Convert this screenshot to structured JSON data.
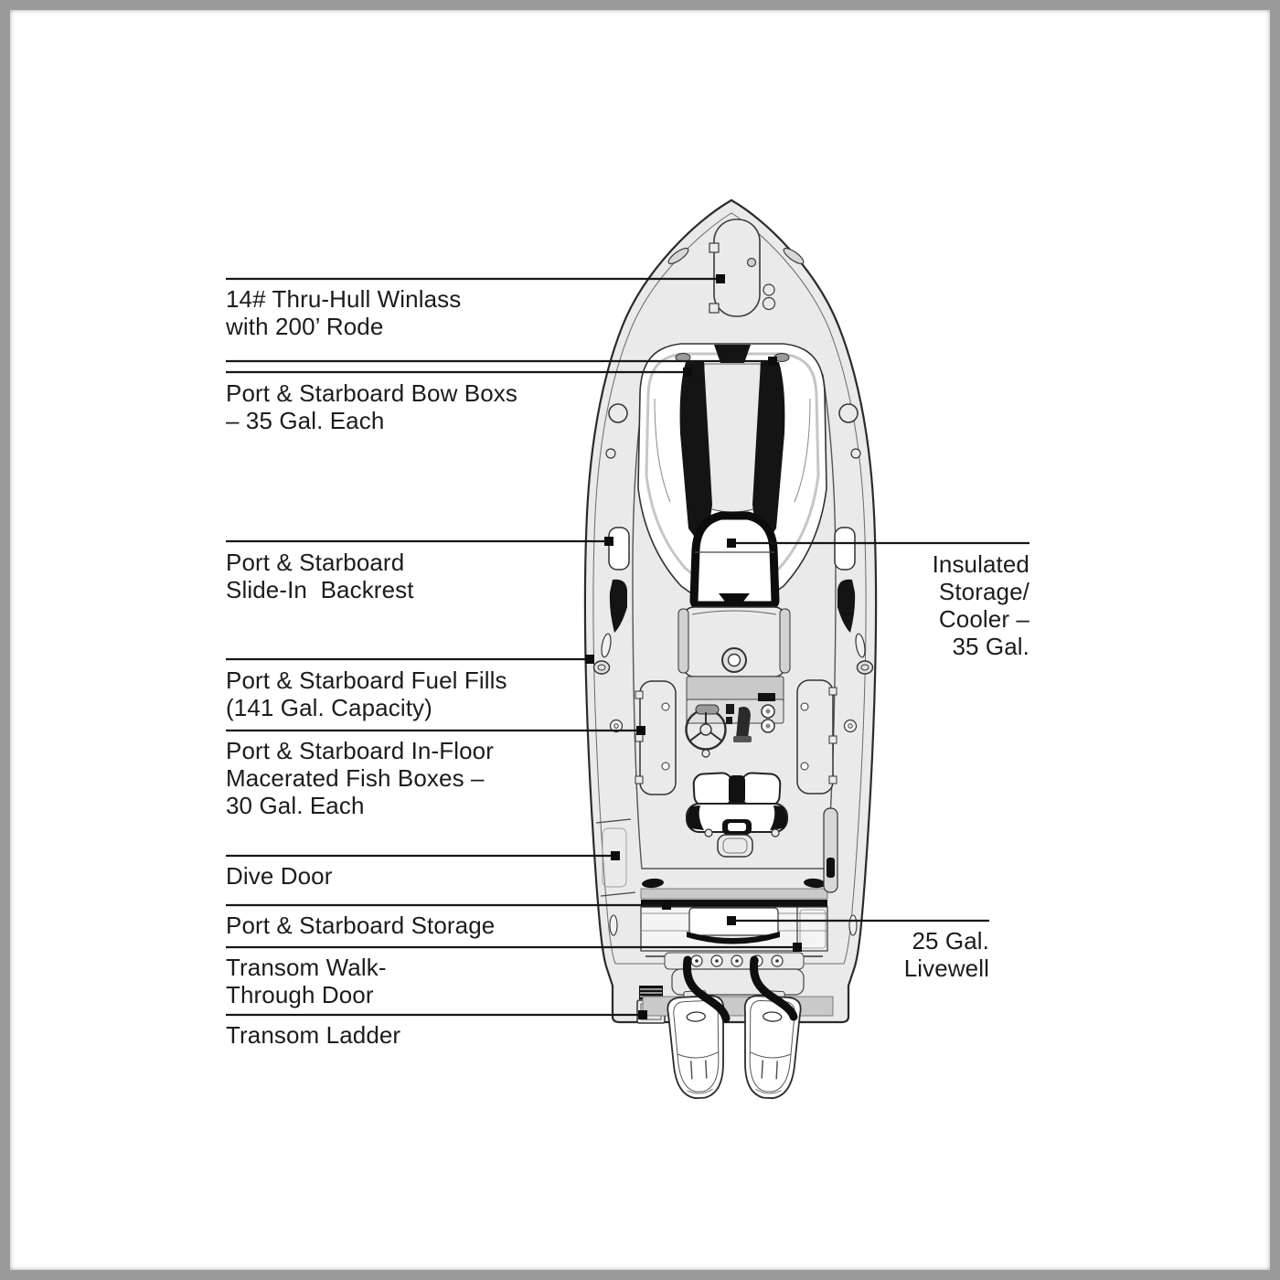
{
  "diagram": {
    "subject": "boat-deck-plan-top-view",
    "marker": "black-square",
    "colors": {
      "background": "#ffffff",
      "frame": "#9a9a9a",
      "line": "#2b2b2b",
      "hull_fill": "#eaeaea",
      "accent_black": "#111111",
      "shadow_gray": "#c9c9c9",
      "text": "#1c1c1c"
    }
  },
  "annotations": {
    "windlass": {
      "lines": [
        "14# Thru-Hull Winlass",
        "with 200’ Rode"
      ]
    },
    "bow_boxes": {
      "lines": [
        "Port & Starboard Bow Boxs",
        "– 35 Gal. Each"
      ]
    },
    "backrest": {
      "lines": [
        "Port & Starboard",
        "Slide-In  Backrest"
      ]
    },
    "fuel_fills": {
      "lines": [
        "Port & Starboard Fuel Fills",
        "(141 Gal. Capacity)"
      ]
    },
    "fish_boxes": {
      "lines": [
        "Port & Starboard In-Floor",
        "Macerated Fish Boxes –",
        "30 Gal. Each"
      ]
    },
    "dive_door": {
      "lines": [
        "Dive Door"
      ]
    },
    "storage": {
      "lines": [
        "Port & Starboard Storage"
      ]
    },
    "walkthrough": {
      "lines": [
        "Transom Walk-",
        "Through Door"
      ]
    },
    "ladder": {
      "lines": [
        "Transom Ladder"
      ]
    },
    "cooler": {
      "lines": [
        "Insulated",
        "Storage/",
        "Cooler –",
        "35 Gal."
      ]
    },
    "livewell": {
      "lines": [
        "25 Gal.",
        "Livewell"
      ]
    }
  }
}
